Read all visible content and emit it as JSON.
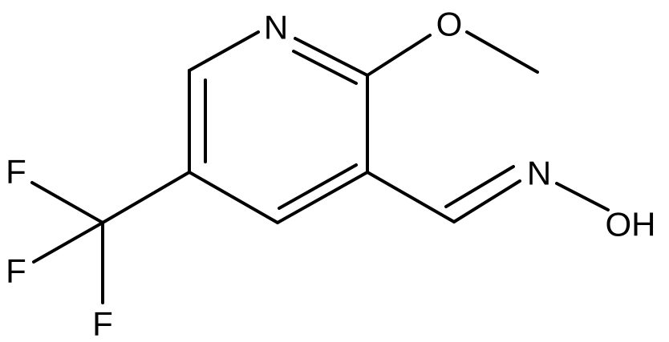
{
  "molecule": {
    "atoms": {
      "ring_nitrogen": "N",
      "methoxy_oxygen": "O",
      "oxime_nitrogen": "N",
      "hydroxyl": "OH",
      "fluorine_top": "F",
      "fluorine_left": "F",
      "fluorine_bottom": "F"
    }
  }
}
